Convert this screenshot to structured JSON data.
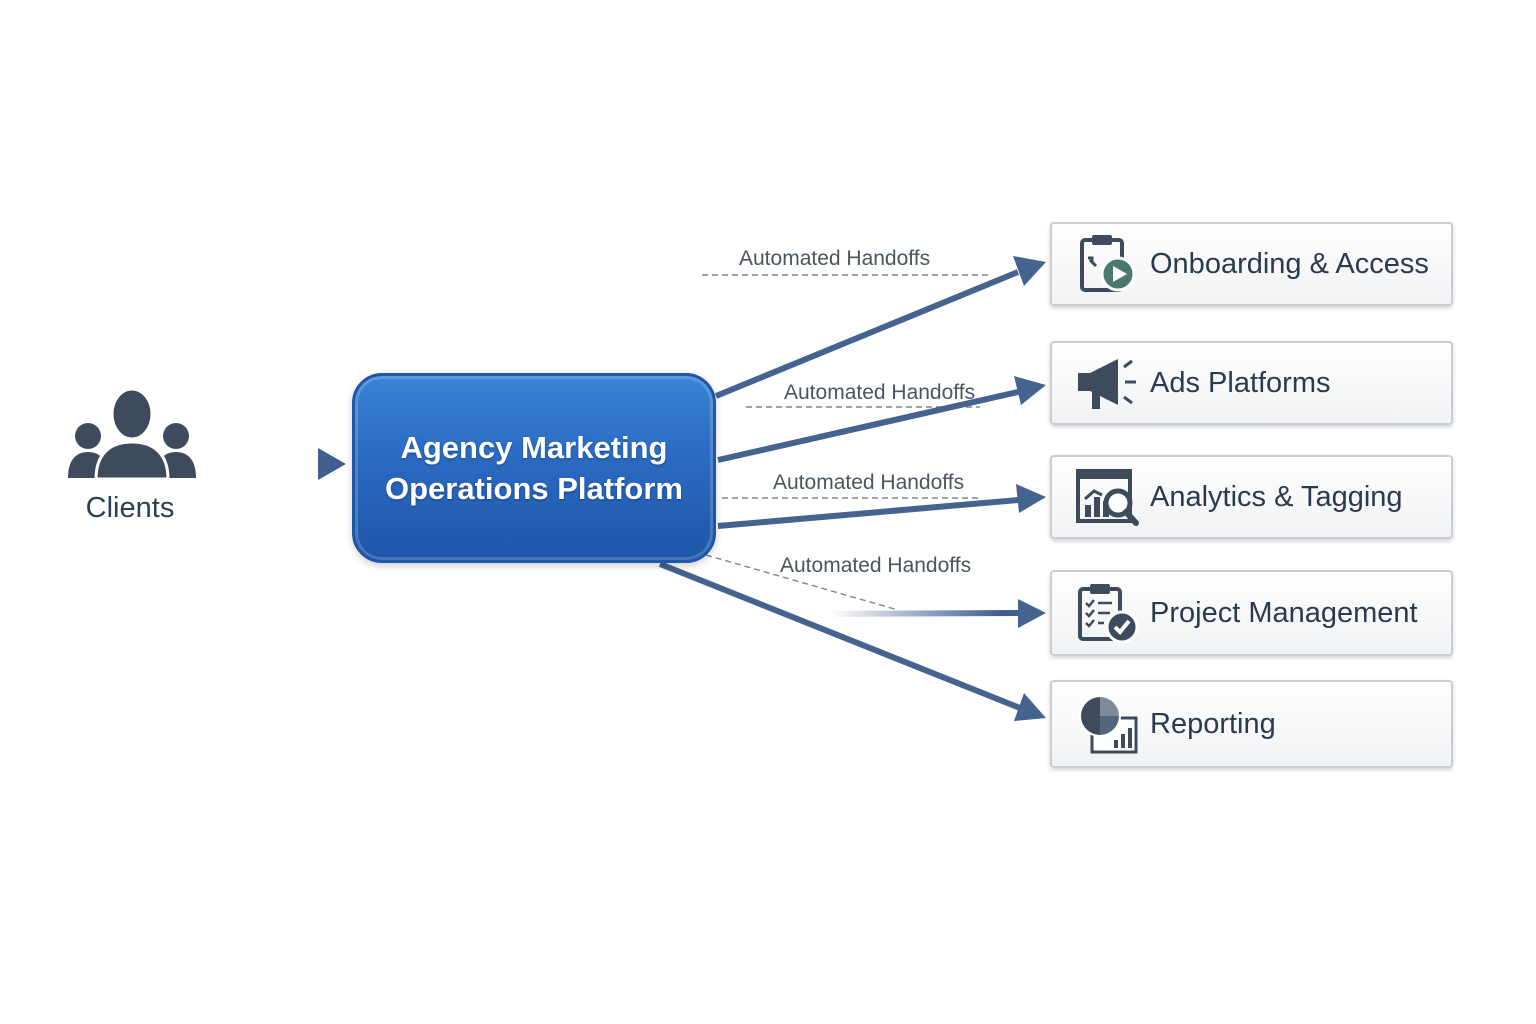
{
  "diagram": {
    "source": {
      "label": "Clients",
      "icon": "users-group-icon"
    },
    "platform": {
      "title": "Agency Marketing Operations Platform"
    },
    "handoffs": [
      {
        "label": "Automated Handoffs"
      },
      {
        "label": "Automated Handoffs"
      },
      {
        "label": "Automated Handoffs"
      },
      {
        "label": "Automated Handoffs"
      }
    ],
    "destinations": [
      {
        "label": "Onboarding & Access",
        "icon": "clipboard-play-icon"
      },
      {
        "label": "Ads Platforms",
        "icon": "megaphone-icon"
      },
      {
        "label": "Analytics & Tagging",
        "icon": "analytics-search-icon"
      },
      {
        "label": "Project Management",
        "icon": "checklist-clipboard-icon"
      },
      {
        "label": "Reporting",
        "icon": "pie-chart-report-icon"
      }
    ],
    "colors": {
      "icon_dark": "#3d4b5c",
      "arrow": "#3f5f8e",
      "platform_blue": "#2a6ac2",
      "accent_green": "#4a7a6e"
    }
  }
}
